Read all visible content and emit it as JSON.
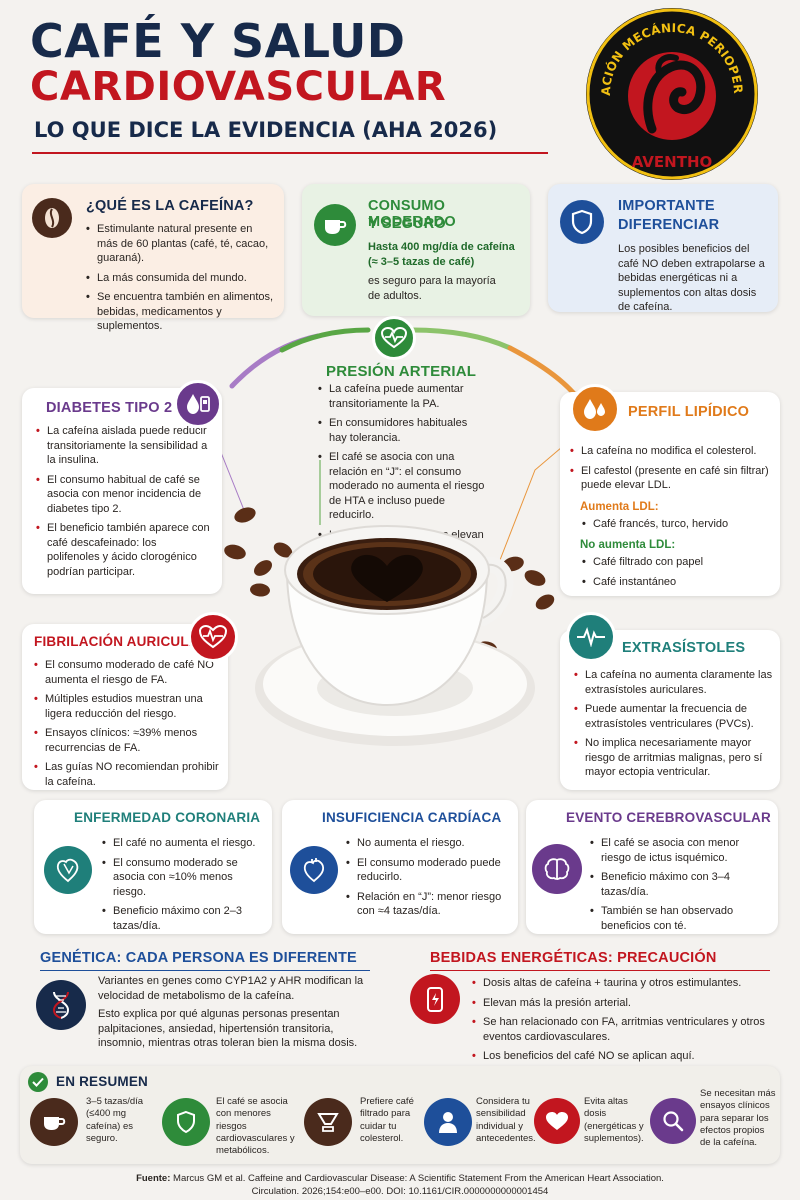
{
  "header": {
    "title_line1": "CAFÉ Y SALUD",
    "title_line2": "CARDIOVASCULAR",
    "subtitle": "LO QUE DICE LA EVIDENCIA (AHA 2026)"
  },
  "logo": {
    "ring_text": "VENTILACIÓN MECÁNICA PERIOPERATORIA",
    "name": "AVENTHO"
  },
  "cafeina": {
    "title": "¿QUÉ ES LA CAFEÍNA?",
    "b1": "Estimulante natural presente en más de 60 plantas (café, té, cacao, guaraná).",
    "b2": "La más consumida del mundo.",
    "b3": "Se encuentra también en alimentos, bebidas, medicamentos y suplementos."
  },
  "consumo": {
    "title1": "CONSUMO MODERADO",
    "title2": "Y SEGURO",
    "l1": "Hasta 400 mg/día de cafeína",
    "l2": "(≈ 3–5 tazas de café)",
    "l3": "es seguro para la mayoría",
    "l4": "de adultos."
  },
  "importante": {
    "title1": "IMPORTANTE",
    "title2": "DIFERENCIAR",
    "text": "Los posibles beneficios del café NO deben extrapolarse a bebidas energéticas ni a suplementos con altas dosis de cafeína."
  },
  "presion": {
    "title": "PRESIÓN ARTERIAL",
    "b1": "La cafeína puede aumentar transitoriamente la PA.",
    "b2": "En consumidores habituales hay tolerancia.",
    "b3": "El café se asocia con una relación en “J”: el consumo moderado no aumenta el riesgo de HTA e incluso puede reducirlo.",
    "b4": "Las bebidas energéticas elevan más la PA."
  },
  "diabetes": {
    "title": "DIABETES TIPO 2",
    "b1": "La cafeína aislada puede reducir transitoriamente la sensibilidad a la insulina.",
    "b2": "El consumo habitual de café se asocia con menor incidencia de diabetes tipo 2.",
    "b3": "El beneficio también aparece con café descafeinado: los polifenoles y ácido clorogénico podrían participar."
  },
  "lipidico": {
    "title": "PERFIL LIPÍDICO",
    "b1": "La cafeína no modifica el colesterol.",
    "b2": "El cafestol (presente en café sin filtrar) puede elevar LDL.",
    "sub1": "Aumenta LDL:",
    "s1": "Café francés, turco, hervido",
    "sub2": "No aumenta LDL:",
    "s2": "Café filtrado con papel",
    "s3": "Café instantáneo"
  },
  "fibrilacion": {
    "title": "FIBRILACIÓN AURICULAR",
    "b1": "El consumo moderado de café NO aumenta el riesgo de FA.",
    "b2": "Múltiples estudios muestran una ligera reducción del riesgo.",
    "b3": "Ensayos clínicos: ≈39% menos recurrencias de FA.",
    "b4": "Las guías NO recomiendan prohibir la cafeína."
  },
  "extrasistoles": {
    "title": "EXTRASÍSTOLES",
    "b1": "La cafeína no aumenta claramente las extrasístoles auriculares.",
    "b2": "Puede aumentar la frecuencia de extrasístoles ventriculares (PVCs).",
    "b3": "No implica necesariamente mayor riesgo de arritmias malignas, pero sí mayor ectopia ventricular."
  },
  "coronaria": {
    "title": "ENFERMEDAD CORONARIA",
    "b1": "El café no aumenta el riesgo.",
    "b2": "El consumo moderado se asocia con ≈10% menos riesgo.",
    "b3": "Beneficio máximo con 2–3 tazas/día."
  },
  "insuficiencia": {
    "title": "INSUFICIENCIA CARDÍACA",
    "b1": "No aumenta el riesgo.",
    "b2": "El consumo moderado puede reducirlo.",
    "b3": "Relación en “J”: menor riesgo con ≈4 tazas/día."
  },
  "cerebro": {
    "title": "EVENTO CEREBROVASCULAR",
    "b1": "El café se asocia con menor riesgo de ictus isquémico.",
    "b2": "Beneficio máximo con 3–4 tazas/día.",
    "b3": "También se han observado beneficios con té."
  },
  "genetica": {
    "title": "GENÉTICA: CADA PERSONA ES DIFERENTE",
    "p1": "Variantes en genes como CYP1A2 y AHR modifican la velocidad de metabolismo de la cafeína.",
    "p2": "Esto explica por qué algunas personas presentan palpitaciones, ansiedad, hipertensión transitoria, insomnio, mientras otras toleran bien la misma dosis."
  },
  "energeticas": {
    "title": "BEBIDAS ENERGÉTICAS: PRECAUCIÓN",
    "b1": "Dosis altas de cafeína + taurina y otros estimulantes.",
    "b2": "Elevan más la presión arterial.",
    "b3": "Se han relacionado con FA, arritmias ventriculares y otros eventos cardiovasculares.",
    "b4": "Los beneficios del café NO se aplican aquí."
  },
  "resumen": {
    "title": "EN RESUMEN",
    "i1": "3–5 tazas/día (≤400 mg cafeína) es seguro.",
    "i2": "El café se asocia con menores riesgos cardiovasculares y metabólicos.",
    "i3": "Prefiere café filtrado para cuidar tu colesterol.",
    "i4": "Considera tu sensibilidad individual y antecedentes.",
    "i5": "Evita altas dosis (energéticas y suplementos).",
    "i6": "Se necesitan más ensayos clínicos para separar los efectos propios de la cafeína."
  },
  "fuente": {
    "label": "Fuente:",
    "l1": "Marcus GM et al. Caffeine and Cardiovascular Disease: A Scientific Statement From the American Heart Association.",
    "l2": "Circulation. 2026;154:e00–e00. DOI: 10.1161/CIR.0000000000001454"
  },
  "colors": {
    "navy": "#172a4a",
    "red": "#c2161f",
    "green": "#2e8b3a",
    "purple": "#6a3a8c",
    "orange": "#e07a1a",
    "teal": "#1f7f7a",
    "blue": "#1e4f9a"
  }
}
